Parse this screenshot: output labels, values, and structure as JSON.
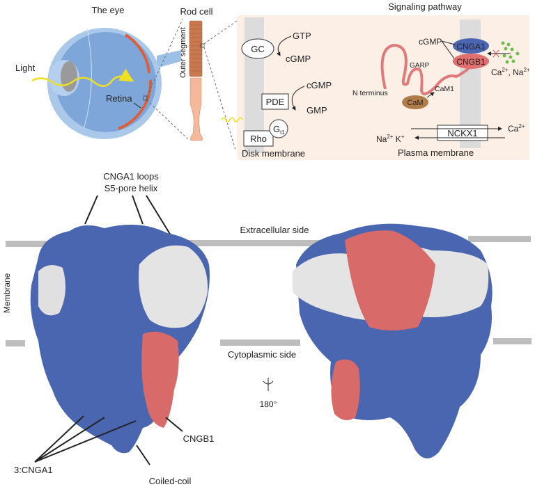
{
  "top": {
    "eye_title": "The eye",
    "light": "Light",
    "retina": "Retina",
    "rod_title": "Rod cell",
    "outer_segment": "Outer segment",
    "pathway_title": "Signaling pathway",
    "gc": "GC",
    "gtp": "GTP",
    "cgmp1": "cGMP",
    "pde": "PDE",
    "cgmp2": "cGMP",
    "gmp": "GMP",
    "rho": "Rho",
    "gt": "G",
    "gt_sub": "t1",
    "disk_membrane": "Disk membrane",
    "cgmp3": "cGMP",
    "cnga1": "CNGA1",
    "cngb1": "CNGB1",
    "garp": "GARP",
    "n_terminus": "N terminus",
    "cam": "CaM",
    "cam1": "CaM1",
    "ions_ca": "Ca",
    "ions_ca_sup": "2+",
    "ions_sep": ", Na",
    "ions_na_sup": "2+",
    "nckx1": "NCKX1",
    "nckx_ca": "Ca",
    "nckx_ca_sup": "2+",
    "nckx_na": "Na",
    "nckx_na_sup": "2+",
    "nckx_k": " K",
    "nckx_k_sup": "+",
    "plasma_membrane": "Plasma membrane"
  },
  "bottom": {
    "loops_line1": "CNGA1 loops",
    "loops_line2": "S5-pore helix",
    "extracellular": "Extracellular side",
    "membrane": "Membrane",
    "cytoplasmic": "Cytoplasmic side",
    "rotation": "180°",
    "cngb1": "CNGB1",
    "cnga1_count": "3:CNGA1",
    "coiled_coil": "Coiled-coil"
  },
  "colors": {
    "cnga1_blue": "#4a66b0",
    "cngb1_red": "#d96a6a",
    "white_domain": "#e4e4e4",
    "membrane_gray": "#bdbdbd",
    "panel_bg": "#fcefe6",
    "eye_blue": "#7fa6d8"
  }
}
